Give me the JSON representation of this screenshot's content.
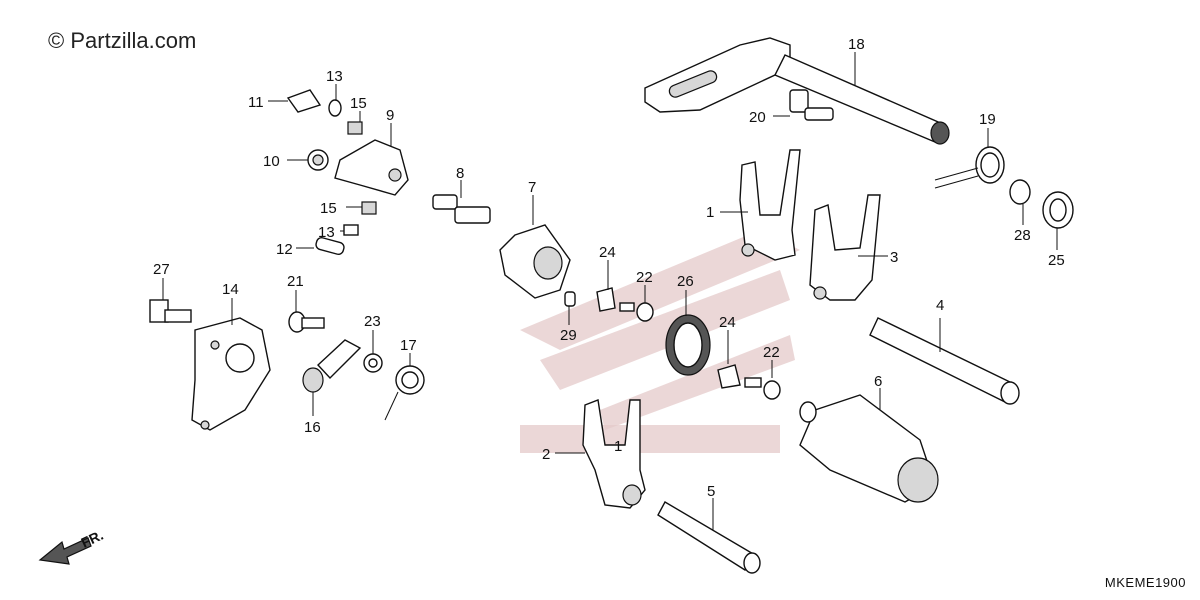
{
  "watermark_text": "Partzilla.com",
  "watermark_symbol": "©",
  "drawing_code": "MKEME1900",
  "front_indicator": "FR.",
  "callouts": {
    "c1a": "1",
    "c1b": "1",
    "c2": "2",
    "c3": "3",
    "c4": "4",
    "c5": "5",
    "c6": "6",
    "c7": "7",
    "c8": "8",
    "c9": "9",
    "c10": "10",
    "c11": "11",
    "c12": "12",
    "c13a": "13",
    "c13b": "13",
    "c14": "14",
    "c15a": "15",
    "c15b": "15",
    "c16": "16",
    "c17": "17",
    "c18": "18",
    "c19": "19",
    "c20": "20",
    "c21": "21",
    "c22a": "22",
    "c22b": "22",
    "c23": "23",
    "c24a": "24",
    "c24b": "24",
    "c25": "25",
    "c26": "26",
    "c27": "27",
    "c28": "28",
    "c29": "29"
  }
}
